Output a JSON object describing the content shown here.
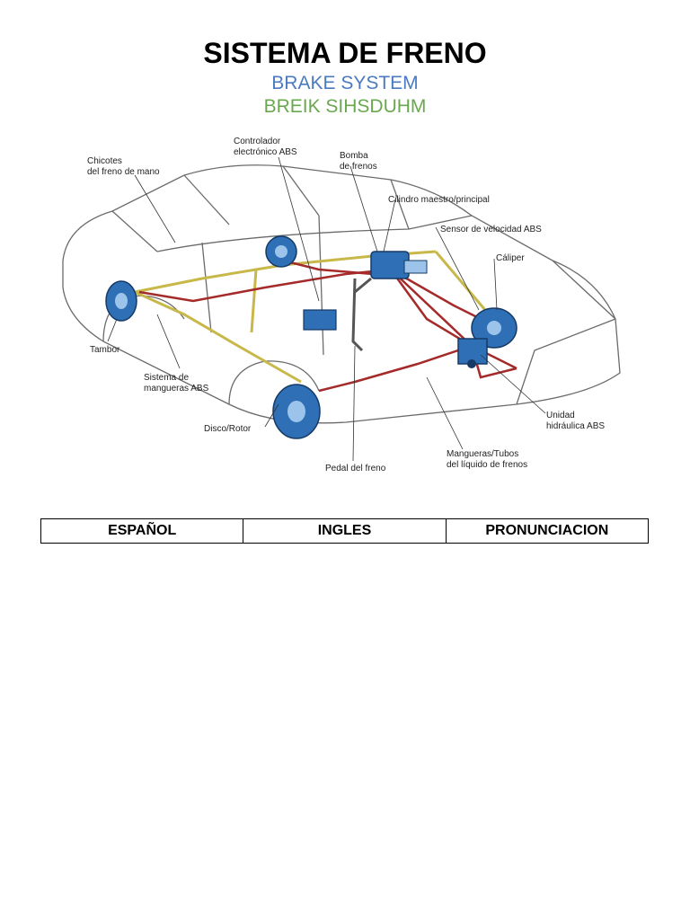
{
  "header": {
    "title": "SISTEMA DE FRENO",
    "subtitle_english": "BRAKE SYSTEM",
    "subtitle_pronunciation": "BREIK SIHSDUHM",
    "colors": {
      "english": "#4a7ac2",
      "pronunciation": "#6aa84f"
    }
  },
  "diagram": {
    "labels": {
      "chicotes_line1": "Chicotes",
      "chicotes_line2": "del freno de mano",
      "controlador_line1": "Controlador",
      "controlador_line2": "electrónico ABS",
      "bomba_line1": "Bomba",
      "bomba_line2": "de frenos",
      "cilindro": "Cilindro maestro/principal",
      "sensor": "Sensor de velocidad ABS",
      "caliper": "Cáliper",
      "tambor": "Tambor",
      "sistema_line1": "Sistema de",
      "sistema_line2": "mangueras ABS",
      "disco": "Disco/Rotor",
      "unidad_line1": "Unidad",
      "unidad_line2": "hidráulica ABS",
      "mangueras_line1": "Mangueras/Tubos",
      "mangueras_line2": "del líquido de frenos",
      "pedal": "Pedal del freno"
    },
    "colors": {
      "brake_line": "#a52a2a",
      "abs_line": "#c8b84a",
      "component": "#2e6fb5"
    }
  },
  "table": {
    "headers": [
      "ESPAÑOL",
      "INGLES",
      "PRONUNCIACION"
    ]
  }
}
